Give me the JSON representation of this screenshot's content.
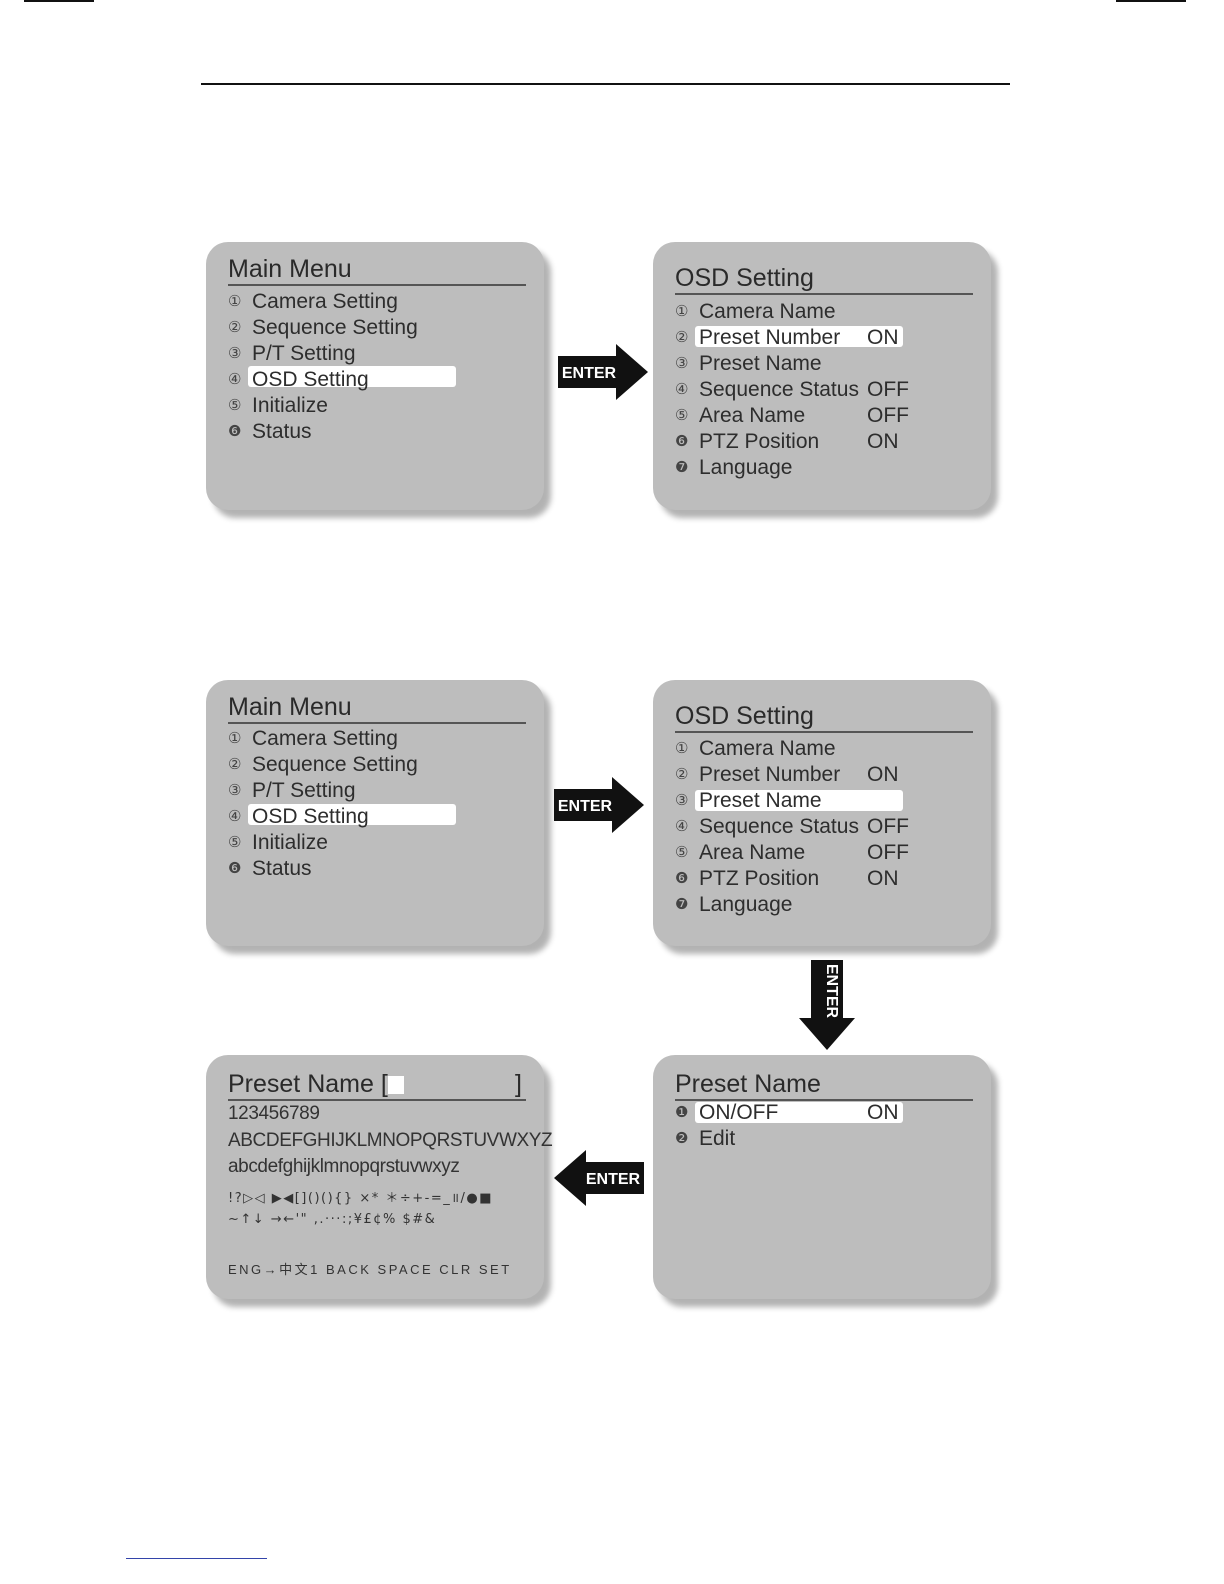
{
  "top": {
    "main_menu": {
      "title": "Main Menu",
      "items": [
        {
          "num": "①",
          "label": "Camera Setting"
        },
        {
          "num": "②",
          "label": "Sequence Setting"
        },
        {
          "num": "③",
          "label": "P/T Setting"
        },
        {
          "num": "④",
          "label": "OSD Setting"
        },
        {
          "num": "⑤",
          "label": "Initialize"
        },
        {
          "num": "❻",
          "label": "Status"
        }
      ]
    },
    "enter_label": "ENTER",
    "osd_setting": {
      "title": "OSD Setting",
      "items": [
        {
          "num": "①",
          "label": "Camera Name",
          "value": ""
        },
        {
          "num": "②",
          "label": "Preset Number",
          "value": "ON"
        },
        {
          "num": "③",
          "label": "Preset Name",
          "value": ""
        },
        {
          "num": "④",
          "label": "Sequence Status",
          "value": "OFF"
        },
        {
          "num": "⑤",
          "label": "Area Name",
          "value": "OFF"
        },
        {
          "num": "❻",
          "label": "PTZ Position",
          "value": "ON"
        },
        {
          "num": "❼",
          "label": "Language",
          "value": ""
        }
      ]
    }
  },
  "bottom": {
    "main_menu": {
      "title": "Main Menu",
      "items": [
        {
          "num": "①",
          "label": "Camera Setting"
        },
        {
          "num": "②",
          "label": "Sequence Setting"
        },
        {
          "num": "③",
          "label": "P/T Setting"
        },
        {
          "num": "④",
          "label": "OSD Setting"
        },
        {
          "num": "⑤",
          "label": "Initialize"
        },
        {
          "num": "❻",
          "label": "Status"
        }
      ]
    },
    "enter_label": "ENTER",
    "osd_setting": {
      "title": "OSD Setting",
      "items": [
        {
          "num": "①",
          "label": "Camera Name",
          "value": ""
        },
        {
          "num": "②",
          "label": "Preset Number",
          "value": "ON"
        },
        {
          "num": "③",
          "label": "Preset Name",
          "value": ""
        },
        {
          "num": "④",
          "label": "Sequence Status",
          "value": "OFF"
        },
        {
          "num": "⑤",
          "label": "Area Name",
          "value": "OFF"
        },
        {
          "num": "❻",
          "label": "PTZ Position",
          "value": "ON"
        },
        {
          "num": "❼",
          "label": "Language",
          "value": ""
        }
      ]
    },
    "enter_down_label": "ENTER",
    "preset_name": {
      "title": "Preset Name",
      "items": [
        {
          "num": "❶",
          "label": "ON/OFF",
          "value": "ON"
        },
        {
          "num": "❷",
          "label": "Edit",
          "value": ""
        }
      ]
    },
    "enter_left_label": "ENTER",
    "preset_edit": {
      "title_prefix": "Preset Name [",
      "title_suffix": "]",
      "line1": "123456789",
      "line2": "ABCDEFGHIJKLMNOPQRSTUVWXYZ",
      "line3": "abcdefghijklmnopqrstuvwxyz",
      "line4": "!?▷◁ ▶◀[]()(){} ×* ＊÷+-=_॥/●■",
      "line5": "~↑↓ →←'\" ,.···:;¥£¢% $#&",
      "line6": "ENG→中文1  BACK SPACE  CLR  SET"
    }
  },
  "colors": {
    "panel": "#bdbdbd",
    "highlight": "#ffffff",
    "arrow": "#111111"
  }
}
